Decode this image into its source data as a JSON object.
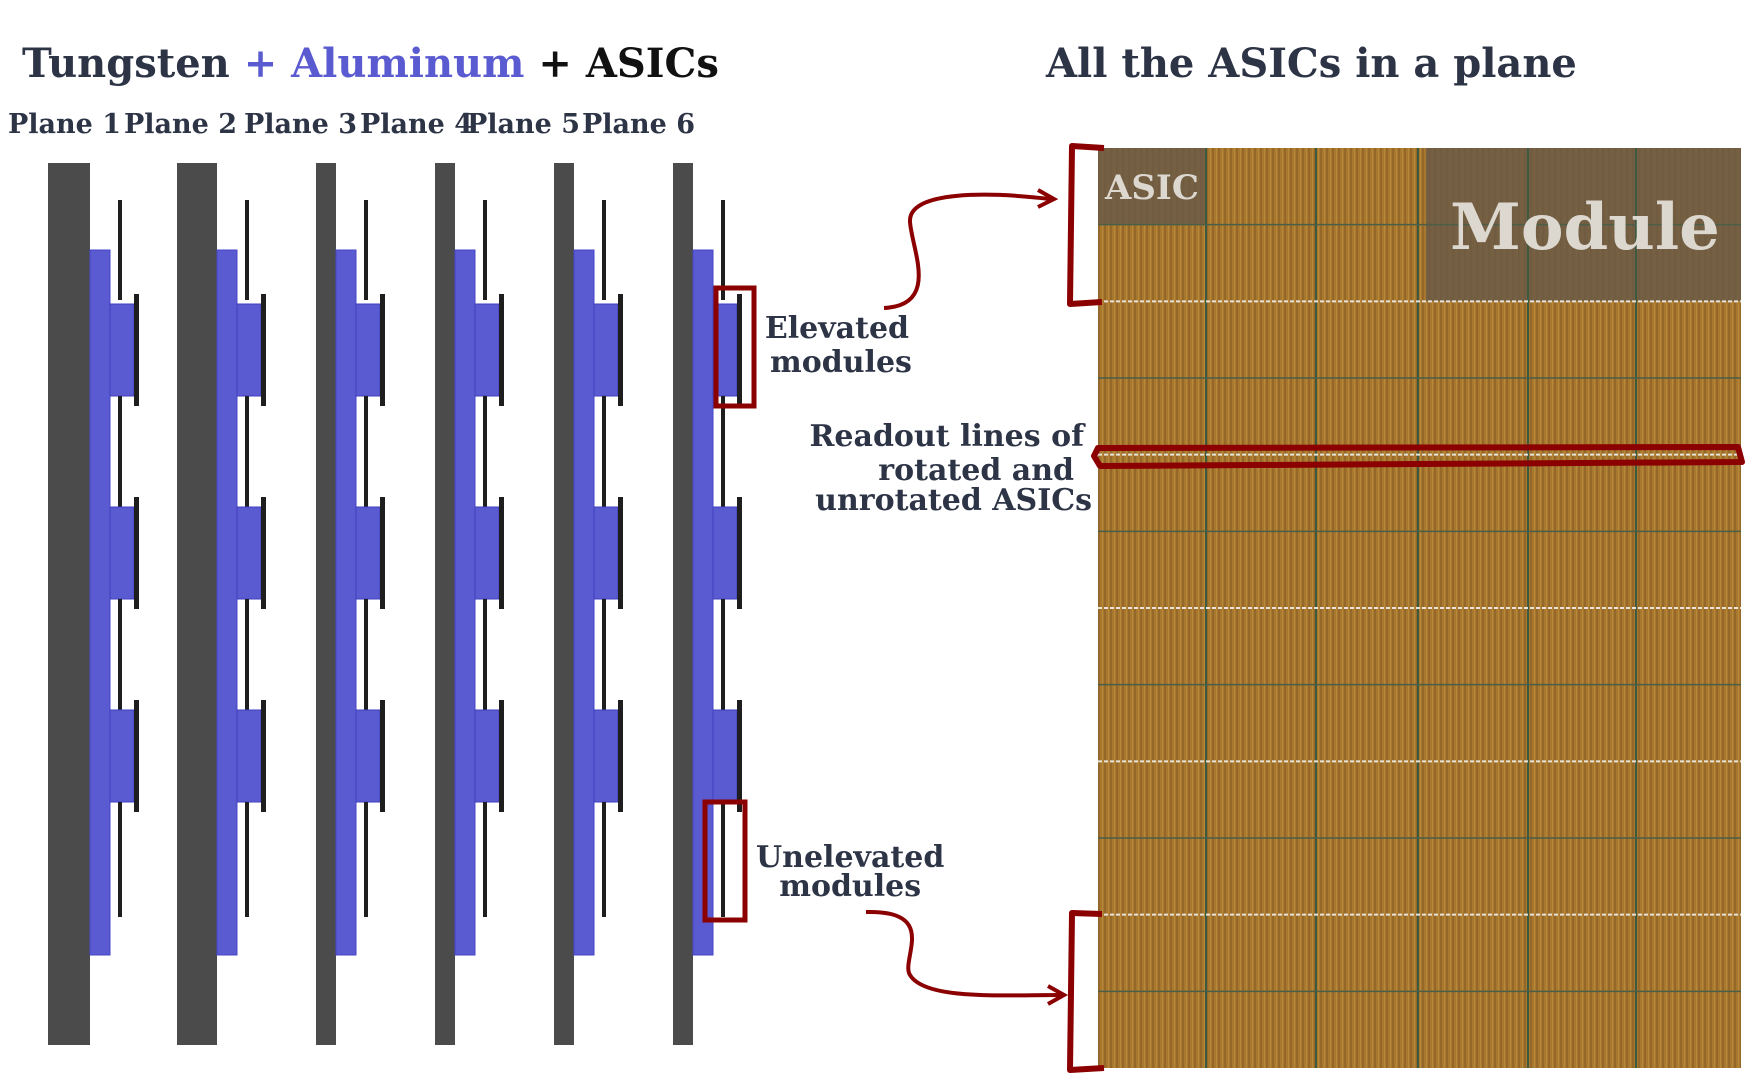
{
  "left_title": {
    "part1": "Tungsten",
    "part2": "+ Aluminum",
    "part3": "+ ASICs"
  },
  "right_title": "All the ASICs in a plane",
  "planes": [
    "Plane 1",
    "Plane 2",
    "Plane 3",
    "Plane 4",
    "Plane 5",
    "Plane 6"
  ],
  "annotations": {
    "elevated_line1": "Elevated",
    "elevated_line2": "modules",
    "readout_line1": "Readout lines of",
    "readout_line2": "rotated and",
    "readout_line3": "unrotated ASICs",
    "unelevated_line1": "Unelevated",
    "unelevated_line2": "modules"
  },
  "grid_labels": {
    "asic": "ASIC",
    "module": "Module"
  },
  "colors": {
    "tungsten": "#4b4b4b",
    "aluminum": "#5b5bd1",
    "asic_chip": "#1e1e1e",
    "asic_gold": "#a8782e",
    "highlight_red": "#8b0000",
    "text": "#2d3446"
  }
}
